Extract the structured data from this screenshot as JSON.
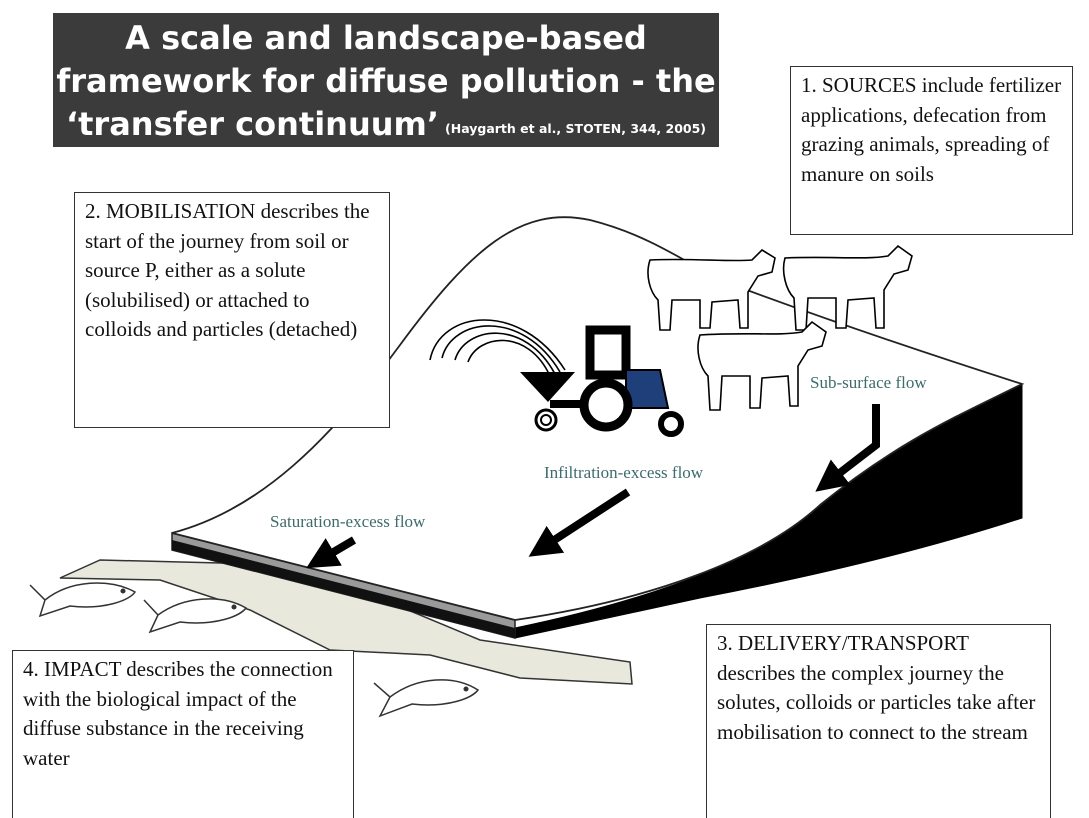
{
  "title": {
    "line1": "A scale and landscape-based",
    "line2": "framework for diffuse pollution - the",
    "line3": "‘transfer continuum’",
    "citation": "(Haygarth et al., STOTEN, 344, 2005)"
  },
  "boxes": {
    "sources": "1. SOURCES include fertilizer applications, defecation from grazing animals, spreading of manure on soils",
    "mobilisation": "2. MOBILISATION describes the start of the journey from soil or source P, either as a solute (solubilised) or attached to colloids and particles (detached)",
    "delivery": "3. DELIVERY/TRANSPORT describes the complex journey the solutes, colloids or particles take after mobilisation to connect to the stream",
    "impact": "4. IMPACT describes the connection with the biological impact of the diffuse substance in the receiving water"
  },
  "flows": {
    "subsurface": "Sub-surface flow",
    "infiltration": "Infiltration-excess flow",
    "saturation": "Saturation-excess flow"
  },
  "colors": {
    "banner": "#3b3b3b",
    "flow_text": "#3e6b6b",
    "tractor": "#1f3f7a",
    "stream": "#e8e8dc"
  }
}
